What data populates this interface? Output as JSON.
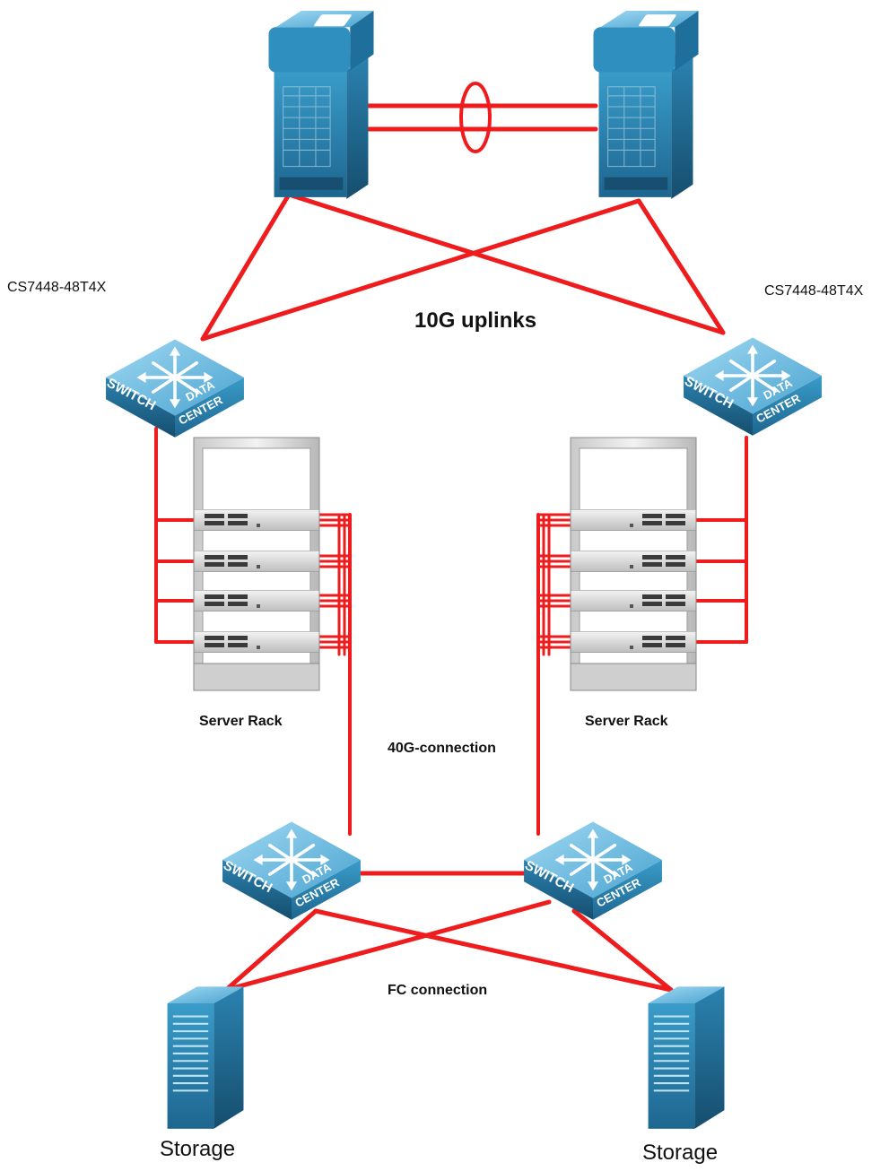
{
  "labels": {
    "model_left": "CS7448-48T4X",
    "model_right": "CS7448-48T4X",
    "uplinks": "10G uplinks",
    "rack_left": "Server Rack",
    "rack_right": "Server Rack",
    "conn_40g": "40G-connection",
    "conn_fc": "FC connection",
    "storage_left": "Storage",
    "storage_right": "Storage"
  },
  "switch_badge": {
    "word_switch": "SWITCH",
    "word_data": "DATA",
    "word_center": "CENTER"
  },
  "colors": {
    "link": "#ee1c1c",
    "device_blue": "#2f8fbf",
    "device_dark": "#1b5f86",
    "device_light": "#7fc6e8"
  },
  "icons": [
    "core-switch-icon",
    "datacenter-switch-icon",
    "server-rack-icon",
    "storage-icon"
  ]
}
